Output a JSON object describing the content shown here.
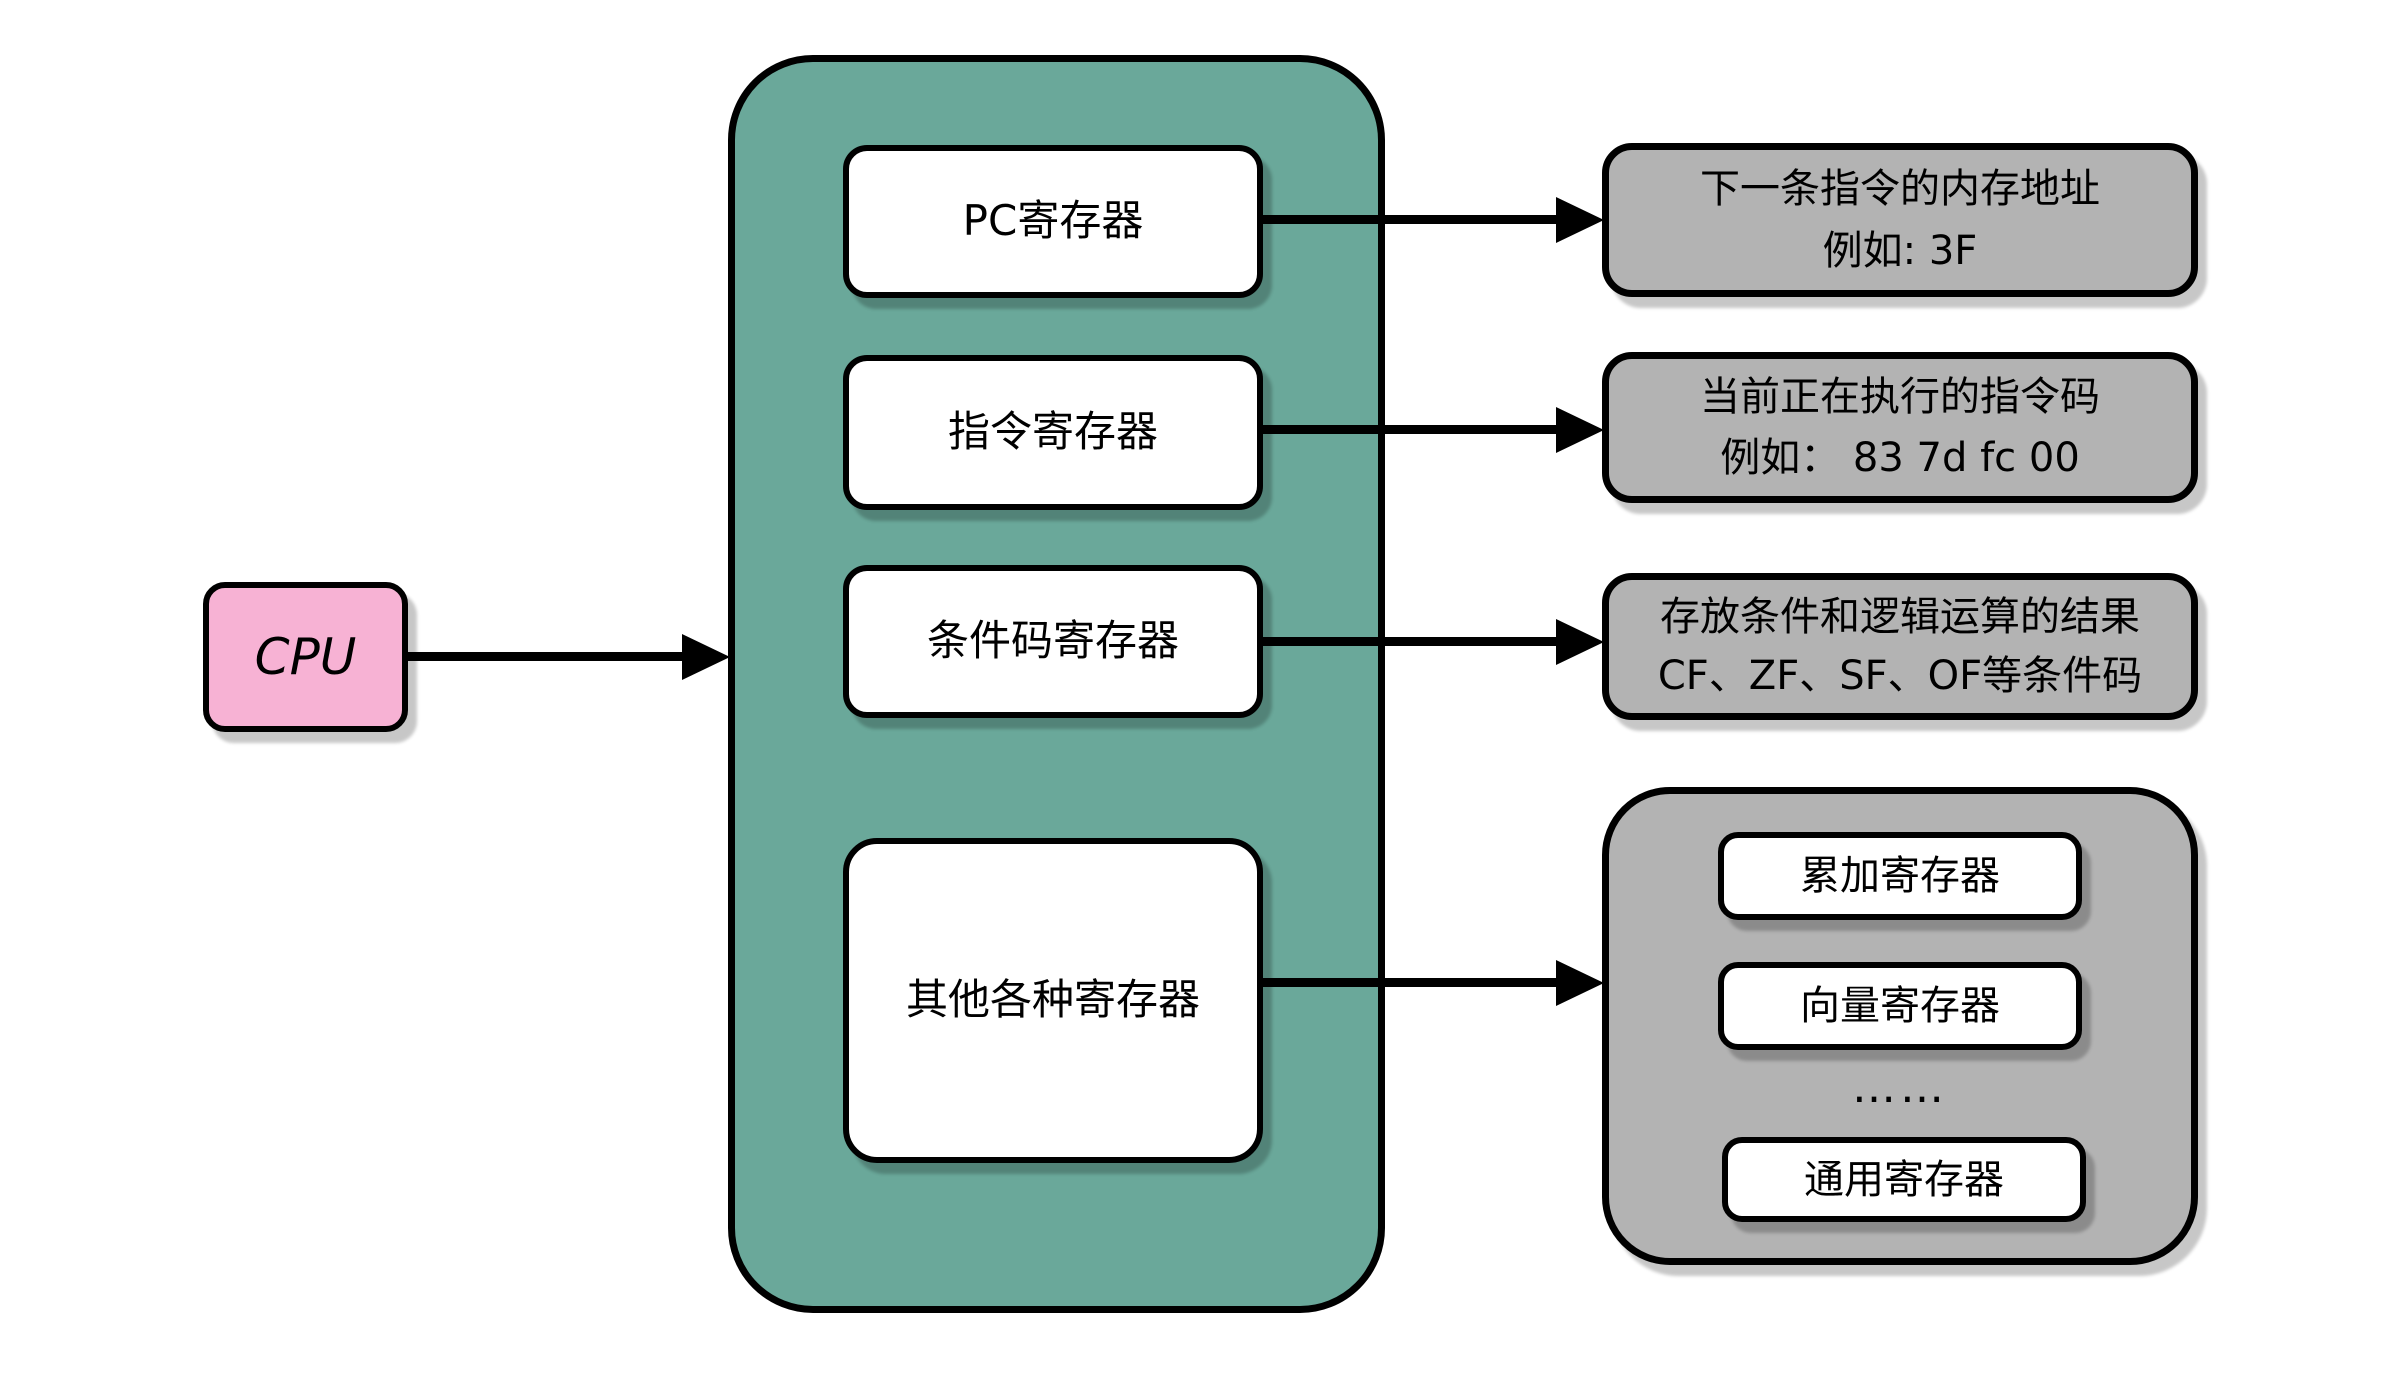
{
  "cpu": {
    "label": "CPU"
  },
  "registers": {
    "pc": "PC寄存器",
    "instruction": "指令寄存器",
    "condition": "条件码寄存器",
    "other": "其他各种寄存器"
  },
  "descriptions": {
    "pc": {
      "line1": "下一条指令的内存地址",
      "line2": "例如: 3F"
    },
    "instruction": {
      "line1": "当前正在执行的指令码",
      "line2": "例如： 83 7d fc 00"
    },
    "condition": {
      "line1": "存放条件和逻辑运算的结果",
      "line2": "CF、ZF、SF、OF等条件码"
    }
  },
  "other_registers": {
    "accumulator": "累加寄存器",
    "vector": "向量寄存器",
    "ellipsis": "……",
    "general": "通用寄存器"
  },
  "colors": {
    "cpu_fill": "#f7b2d4",
    "registers_container_fill": "#6aa89a",
    "description_fill": "#b3b3b3",
    "box_fill": "#ffffff",
    "outline": "#000000",
    "background": "#ffffff"
  }
}
